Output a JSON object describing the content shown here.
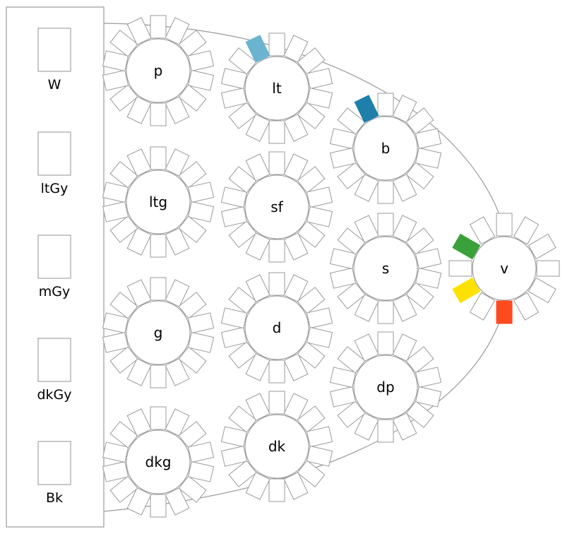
{
  "legend": {
    "items": [
      {
        "label": "W"
      },
      {
        "label": "ltGy"
      },
      {
        "label": "mGy"
      },
      {
        "label": "dkGy"
      },
      {
        "label": "Bk"
      }
    ]
  },
  "tables": [
    {
      "label": "p"
    },
    {
      "label": "lt",
      "accents": [
        {
          "seat": 13,
          "color": "#6bb4d0"
        }
      ]
    },
    {
      "label": "b",
      "accents": [
        {
          "seat": 13,
          "color": "#1f7fab"
        }
      ]
    },
    {
      "label": "ltg"
    },
    {
      "label": "sf"
    },
    {
      "label": "s"
    },
    {
      "label": "v",
      "seat_count": 12,
      "accents": [
        {
          "seat": 8,
          "color": "#ffe100"
        },
        {
          "seat": 10,
          "color": "#3aa03a"
        },
        {
          "seat": 6,
          "color": "#ff4a1f"
        }
      ]
    },
    {
      "label": "g"
    },
    {
      "label": "d"
    },
    {
      "label": "dp"
    },
    {
      "label": "dkg"
    },
    {
      "label": "dk"
    }
  ],
  "colors": {
    "stroke": "#9a9a9a",
    "background": "#ffffff"
  }
}
